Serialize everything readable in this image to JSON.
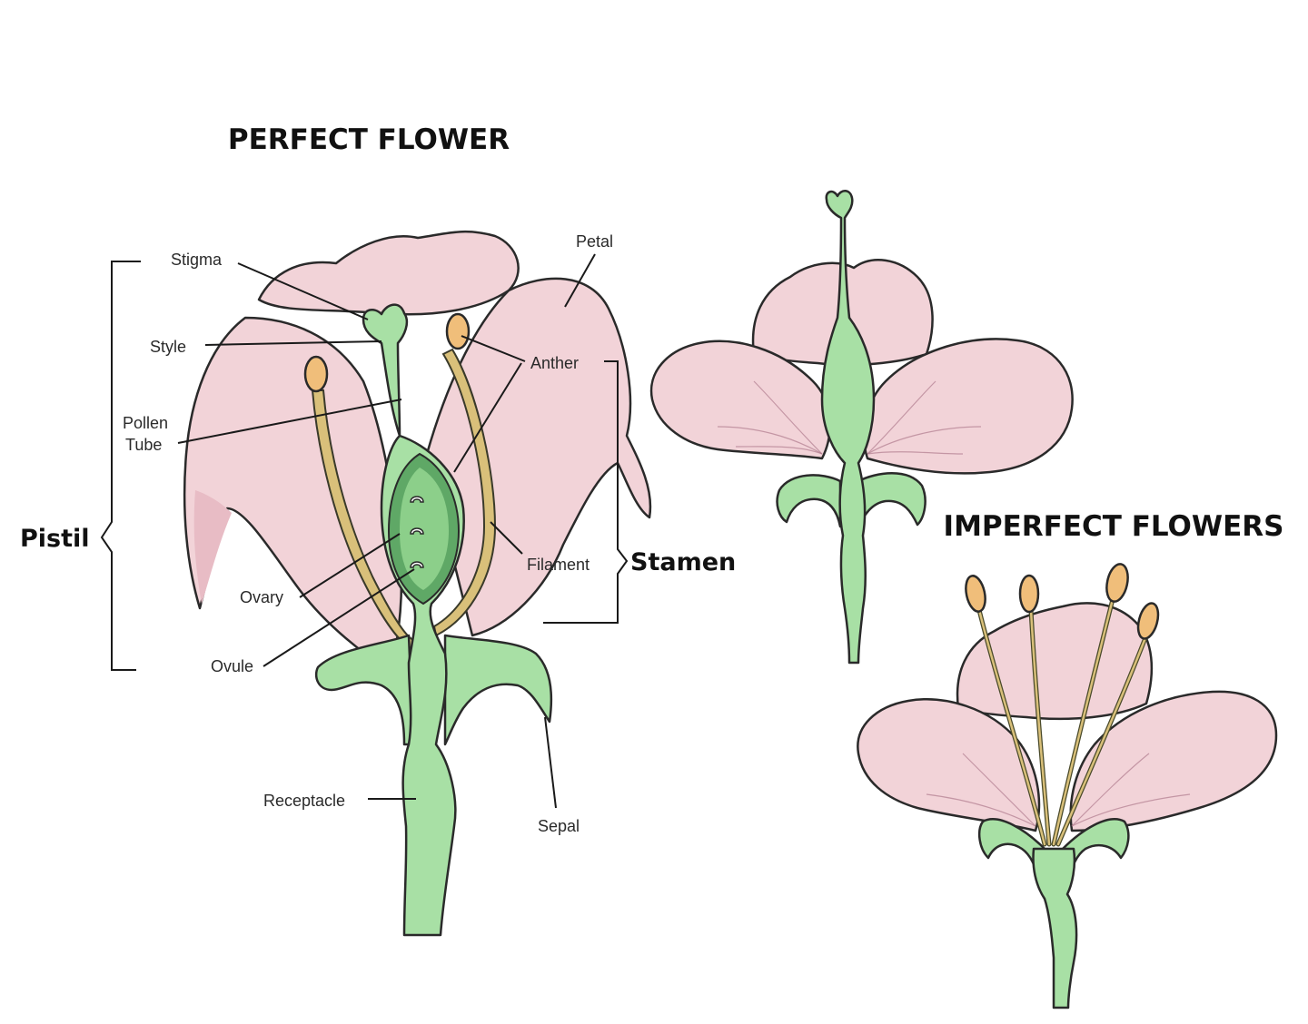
{
  "titles": {
    "perfect": "PERFECT FLOWER",
    "imperfect": "IMPERFECT FLOWERS"
  },
  "groups": {
    "pistil": "Pistil",
    "stamen": "Stamen"
  },
  "labels": {
    "stigma": "Stigma",
    "style": "Style",
    "pollen_tube_line1": "Pollen",
    "pollen_tube_line2": "Tube",
    "ovary": "Ovary",
    "ovule": "Ovule",
    "petal": "Petal",
    "anther": "Anther",
    "filament": "Filament",
    "receptacle": "Receptacle",
    "sepal": "Sepal"
  },
  "colors": {
    "petal_fill": "#f2d3d8",
    "petal_shade": "#e8bcc5",
    "green_fill": "#a8e0a5",
    "ovary_fill": "#5fa866",
    "anther_fill": "#f0be7a",
    "filament_fill": "#d9c07a"
  }
}
